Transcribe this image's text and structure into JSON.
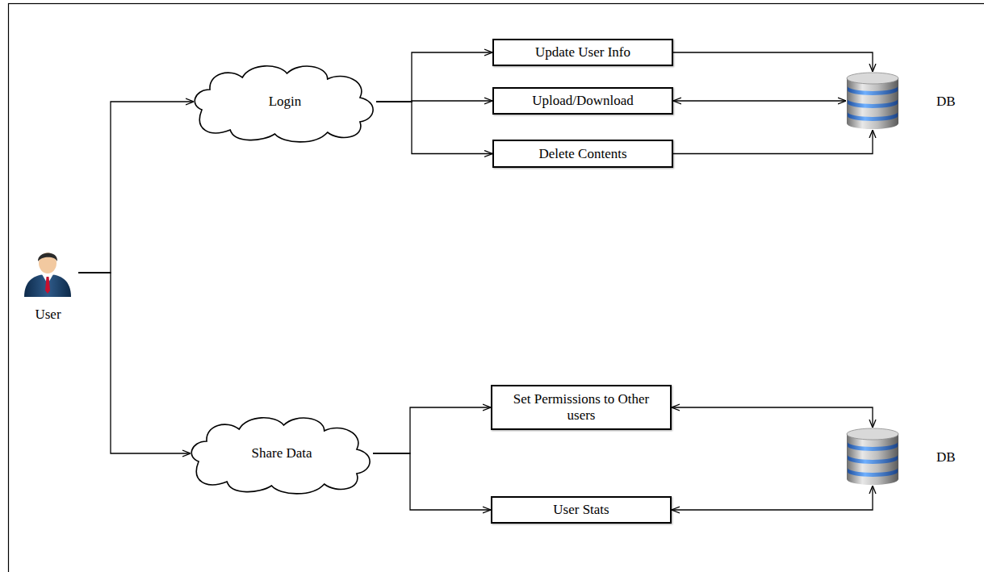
{
  "diagram": {
    "nodes": [
      {
        "text": [
          "User"
        ]
      },
      {
        "text": [
          "Login"
        ]
      },
      {
        "text": [
          "Update User Info"
        ]
      },
      {
        "text": [
          "Upload/Download"
        ]
      },
      {
        "text": [
          "Delete Contents"
        ]
      },
      {
        "text": [
          "DB"
        ]
      },
      {
        "text": [
          "Share Data"
        ]
      },
      {
        "text": [
          "Set Permissions to Other users"
        ]
      },
      {
        "text": [
          "User Stats"
        ]
      },
      {
        "text": [
          "DB"
        ]
      }
    ],
    "edges": [
      {
        "from": 0,
        "to": 1,
        "arrow": "to"
      },
      {
        "from": 0,
        "to": 6,
        "arrow": "to"
      },
      {
        "from": 1,
        "to": 2,
        "arrow": "to"
      },
      {
        "from": 1,
        "to": 3,
        "arrow": "to"
      },
      {
        "from": 1,
        "to": 4,
        "arrow": "to"
      },
      {
        "from": 2,
        "to": 5,
        "arrow": "to"
      },
      {
        "from": 3,
        "to": 5,
        "arrow": "both"
      },
      {
        "from": 4,
        "to": 5,
        "arrow": "to"
      },
      {
        "from": 6,
        "to": 7,
        "arrow": "to"
      },
      {
        "from": 6,
        "to": 8,
        "arrow": "to"
      },
      {
        "from": 7,
        "to": 9,
        "arrow": "both"
      },
      {
        "from": 8,
        "to": 9,
        "arrow": "both"
      }
    ]
  }
}
